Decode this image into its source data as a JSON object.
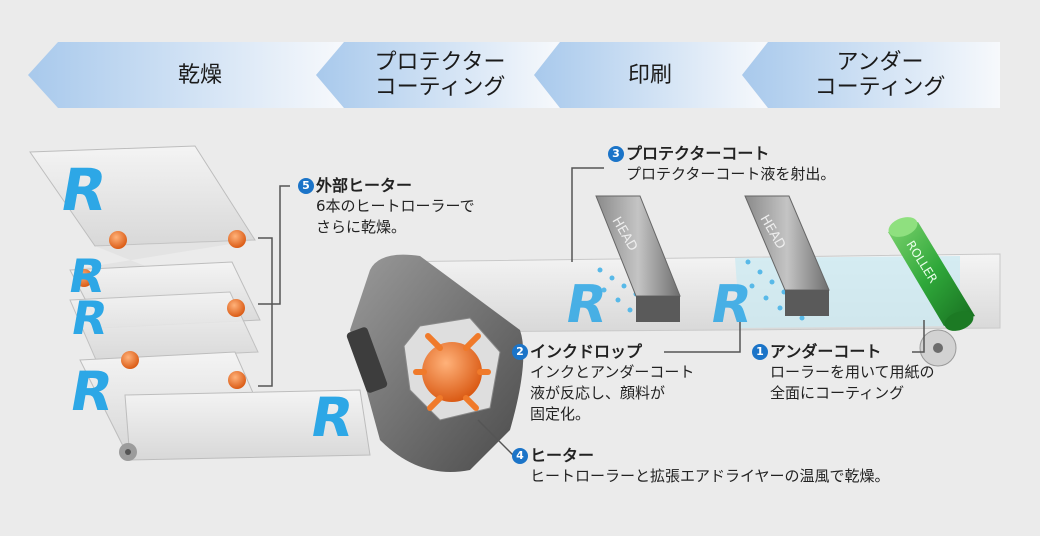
{
  "steps": [
    {
      "label": "乾燥"
    },
    {
      "label": "プロテクター\nコーティング"
    },
    {
      "label": "印刷"
    },
    {
      "label": "アンダー\nコーティング"
    }
  ],
  "callouts": {
    "protector": {
      "num": "3",
      "title": "プロテクターコート",
      "body": "プロテクターコート液を射出。"
    },
    "external_heater": {
      "num": "5",
      "title": "外部ヒーター",
      "body": "6本のヒートローラーで\nさらに乾燥。"
    },
    "ink_drop": {
      "num": "2",
      "title": "インクドロップ",
      "body": "インクとアンダーコート\n液が反応し、顔料が\n固定化。"
    },
    "under_coat": {
      "num": "1",
      "title": "アンダーコート",
      "body": "ローラーを用いて用紙の\n全面にコーティング"
    },
    "heater": {
      "num": "4",
      "title": "ヒーター",
      "body": "ヒートローラーと拡張エアドライヤーの温風で乾燥。"
    }
  },
  "labels": {
    "head": "HEAD",
    "roller": "ROLLER",
    "paper_letter": "R"
  },
  "colors": {
    "arrow_band": "#a9cbee",
    "callout_number": "#1b74c8",
    "print_letter": "#2da7e6",
    "roller_green": "#2fa83a",
    "heater_orange": "#e86b1f",
    "paper": "#e8e8e8"
  },
  "icons": [
    "circled-number-icon",
    "print-head-icon",
    "roller-icon",
    "heater-icon"
  ]
}
